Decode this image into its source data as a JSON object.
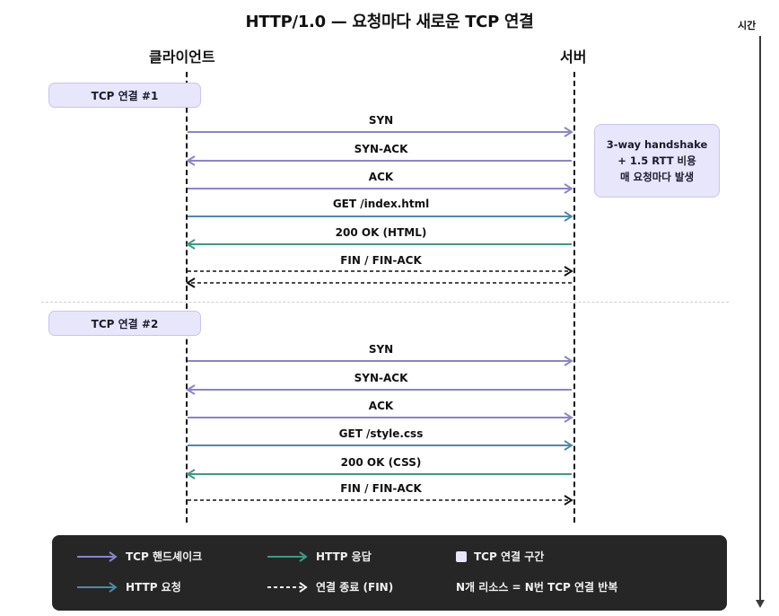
{
  "title": "HTTP/1.0 — 요청마다 새로운 TCP 연결",
  "time_label": "시간",
  "actors": {
    "client": "클라이언트",
    "server": "서버"
  },
  "colors": {
    "handshake": "#8a85c9",
    "http_request": "#4d8aa8",
    "http_response": "#3f9a85",
    "fin": "#111111",
    "connection_box": "#e7e6fb",
    "legend_bg": "#262626"
  },
  "connections": [
    {
      "label": "TCP 연결 #1",
      "messages": [
        {
          "label": "SYN",
          "kind": "handshake",
          "dir": "to-server"
        },
        {
          "label": "SYN-ACK",
          "kind": "handshake",
          "dir": "to-client"
        },
        {
          "label": "ACK",
          "kind": "handshake",
          "dir": "to-server"
        },
        {
          "label": "GET /index.html",
          "kind": "http_request",
          "dir": "to-server"
        },
        {
          "label": "200 OK (HTML)",
          "kind": "http_response",
          "dir": "to-client"
        },
        {
          "label": "FIN / FIN-ACK",
          "kind": "fin",
          "dir": "both"
        }
      ]
    },
    {
      "label": "TCP 연결 #2",
      "messages": [
        {
          "label": "SYN",
          "kind": "handshake",
          "dir": "to-server"
        },
        {
          "label": "SYN-ACK",
          "kind": "handshake",
          "dir": "to-client"
        },
        {
          "label": "ACK",
          "kind": "handshake",
          "dir": "to-server"
        },
        {
          "label": "GET /style.css",
          "kind": "http_request",
          "dir": "to-server"
        },
        {
          "label": "200 OK (CSS)",
          "kind": "http_response",
          "dir": "to-client"
        },
        {
          "label": "FIN / FIN-ACK",
          "kind": "fin",
          "dir": "to-server"
        }
      ]
    }
  ],
  "note": {
    "lines": [
      "3-way handshake",
      "+ 1.5 RTT 비용",
      "매 요청마다 발생"
    ]
  },
  "legend": {
    "handshake": "TCP 핸드셰이크",
    "http_response": "HTTP 응답",
    "connection_area": "TCP 연결 구간",
    "http_request": "HTTP 요청",
    "connection_close": "연결 종료 (FIN)",
    "summary": "N개 리소스 = N번 TCP 연결 반복"
  }
}
